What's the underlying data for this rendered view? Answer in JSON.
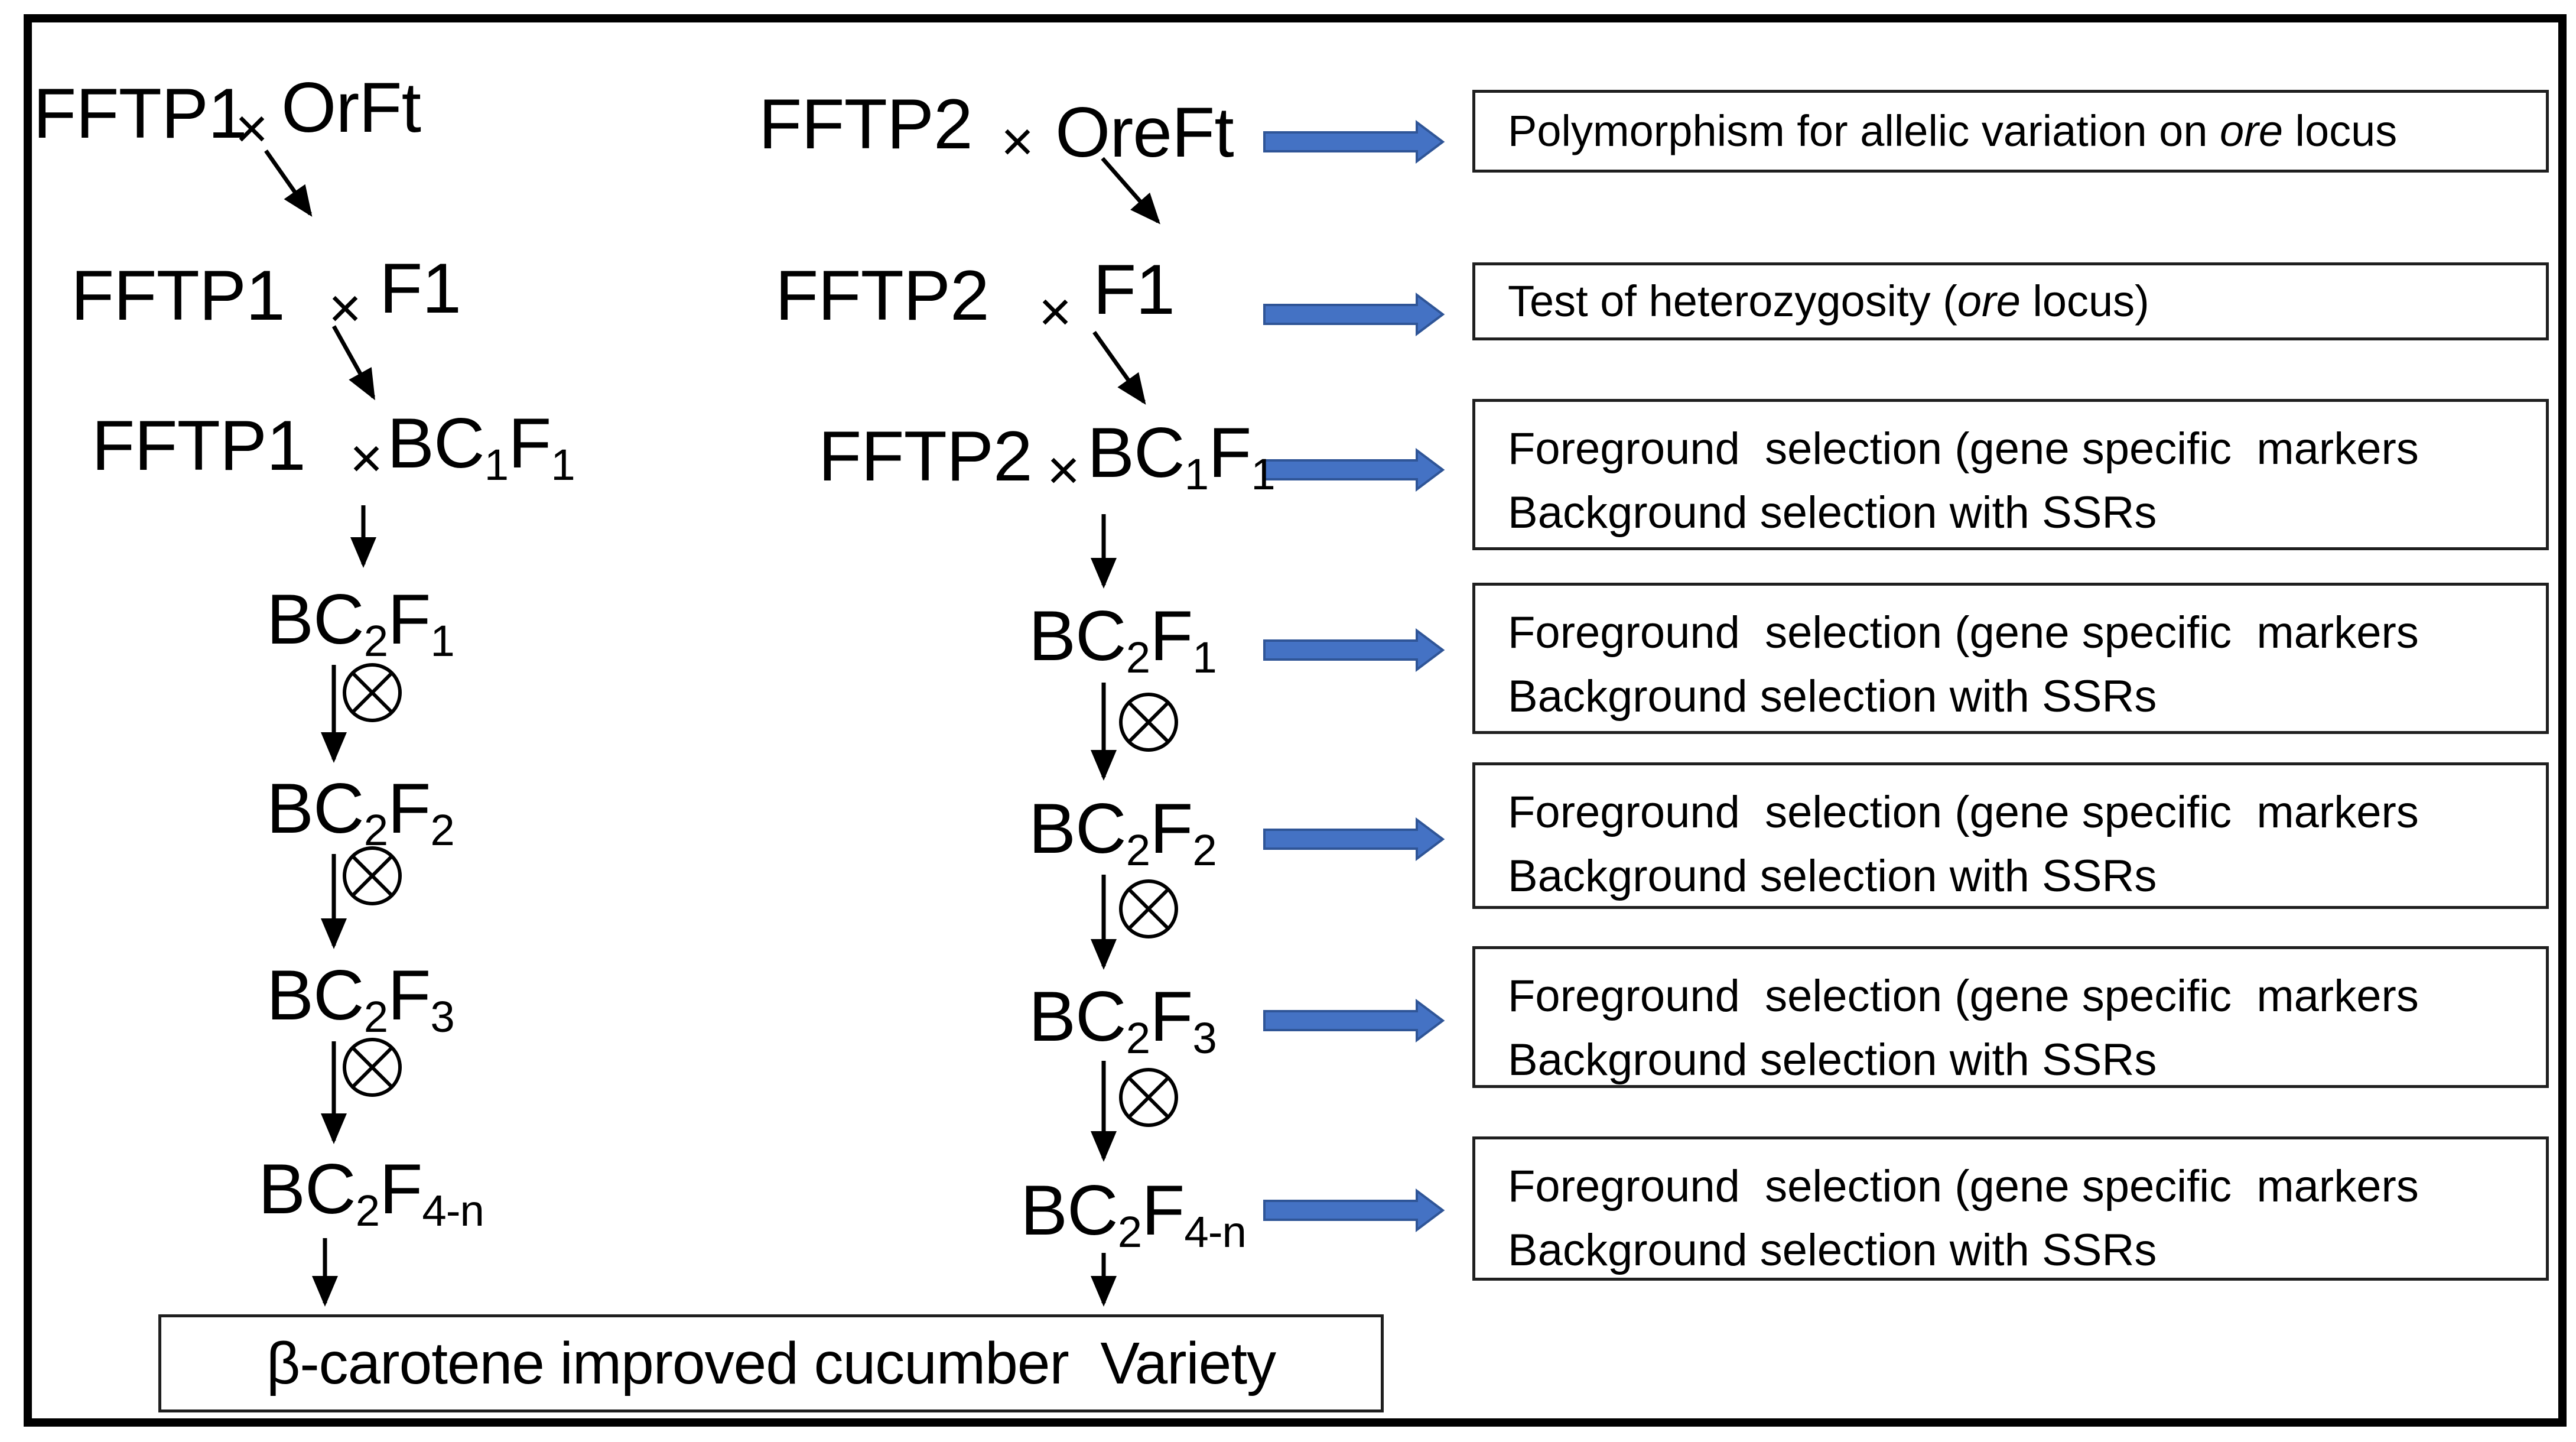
{
  "pedigree": {
    "left": {
      "rows": [
        {
          "parent": "FFTP1",
          "cross": "×",
          "partner": [
            "OrFt"
          ]
        },
        {
          "parent": "FFTP1",
          "cross": "×",
          "partner": [
            "F1"
          ]
        },
        {
          "parent": "FFTP1",
          "cross": "×",
          "partner": [
            "BC",
            "1",
            "F",
            "1"
          ]
        }
      ],
      "generations": [
        [
          "BC",
          "2",
          "F",
          "1"
        ],
        [
          "BC",
          "2",
          "F",
          "2"
        ],
        [
          "BC",
          "2",
          "F",
          "3"
        ],
        [
          "BC",
          "2",
          "F",
          "4-n"
        ]
      ]
    },
    "right": {
      "rows": [
        {
          "parent": "FFTP2",
          "cross": "×",
          "partner": [
            "OreFt"
          ]
        },
        {
          "parent": "FFTP2",
          "cross": "×",
          "partner": [
            "F1"
          ]
        },
        {
          "parent": "FFTP2",
          "cross": "×",
          "partner": [
            "BC",
            "1",
            "F",
            "1"
          ]
        }
      ],
      "generations": [
        [
          "BC",
          "2",
          "F",
          "1"
        ],
        [
          "BC",
          "2",
          "F",
          "2"
        ],
        [
          "BC",
          "2",
          "F",
          "3"
        ],
        [
          "BC",
          "2",
          "F",
          "4-n"
        ]
      ]
    },
    "selfing_symbol": "⊗",
    "result": "β-carotene improved cucumber  Variety"
  },
  "annotations": [
    {
      "lines": [
        [
          {
            "t": "Polymorphism for allelic variation on "
          },
          {
            "t": "ore",
            "i": true
          },
          {
            "t": " locus"
          }
        ]
      ]
    },
    {
      "lines": [
        [
          {
            "t": "Test of heterozygosity ("
          },
          {
            "t": "ore",
            "i": true
          },
          {
            "t": " locus)"
          }
        ]
      ]
    },
    {
      "lines": [
        [
          {
            "t": "Foreground  selection (gene specific  markers"
          }
        ],
        [
          {
            "t": "Background selection with SSRs"
          }
        ]
      ]
    },
    {
      "lines": [
        [
          {
            "t": "Foreground  selection (gene specific  markers"
          }
        ],
        [
          {
            "t": "Background selection with SSRs"
          }
        ]
      ]
    },
    {
      "lines": [
        [
          {
            "t": "Foreground  selection (gene specific  markers"
          }
        ],
        [
          {
            "t": "Background selection with SSRs"
          }
        ]
      ]
    },
    {
      "lines": [
        [
          {
            "t": "Foreground  selection (gene specific  markers"
          }
        ],
        [
          {
            "t": "Background selection with SSRs"
          }
        ]
      ]
    },
    {
      "lines": [
        [
          {
            "t": "Foreground  selection (gene specific  markers"
          }
        ],
        [
          {
            "t": "Background selection with SSRs"
          }
        ]
      ]
    }
  ],
  "colors": {
    "ink": "#000000",
    "box_border": "#1f1f1f",
    "flow_arrow_fill": "#4472c4",
    "flow_arrow_edge": "#2f5597",
    "background": "#ffffff"
  }
}
